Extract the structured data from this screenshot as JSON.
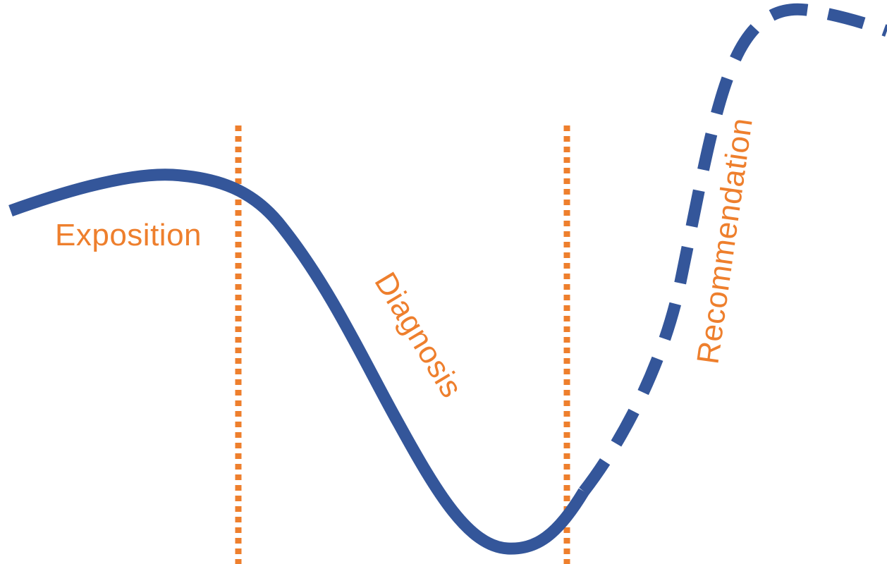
{
  "stages": [
    {
      "id": "exposition",
      "label": "Exposition"
    },
    {
      "id": "diagnosis",
      "label": "Diagnosis"
    },
    {
      "id": "recommendation",
      "label": "Recommendation"
    }
  ],
  "colors": {
    "curve": "#34569a",
    "divider": "#ee7f2d",
    "label": "#ee7f2d",
    "background": "#ffffff"
  },
  "curve_styles": {
    "exposition": "solid",
    "diagnosis": "solid",
    "recommendation": "dashed"
  },
  "dividers": {
    "count": 2,
    "style": "dotted"
  }
}
